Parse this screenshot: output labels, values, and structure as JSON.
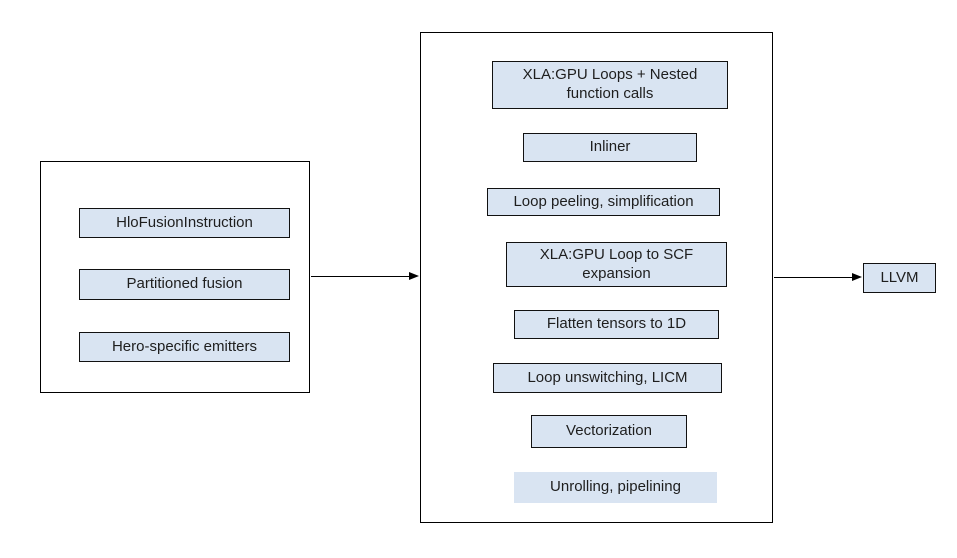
{
  "diagram": {
    "stage1": {
      "items": [
        {
          "label": "HloFusionInstruction"
        },
        {
          "label": "Partitioned fusion"
        },
        {
          "label": "Hero-specific emitters"
        }
      ]
    },
    "stage2": {
      "items": [
        {
          "label": "XLA:GPU Loops + Nested function calls"
        },
        {
          "label": "Inliner"
        },
        {
          "label": "Loop peeling, simplification"
        },
        {
          "label": "XLA:GPU Loop to SCF expansion"
        },
        {
          "label": "Flatten tensors to 1D"
        },
        {
          "label": "Loop unswitching, LICM"
        },
        {
          "label": "Vectorization"
        },
        {
          "label": "Unrolling, pipelining"
        }
      ]
    },
    "stage3": {
      "label": "LLVM"
    },
    "colors": {
      "node_fill": "#d9e4f2",
      "node_border": "#111111",
      "container_border": "#000000",
      "text_color": "#1e1e1e",
      "arrow_color": "#000000"
    }
  }
}
